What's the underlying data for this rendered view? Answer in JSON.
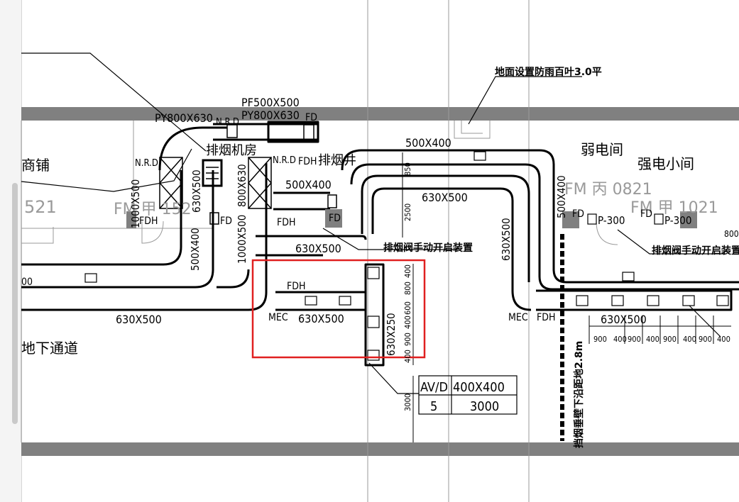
{
  "viewer": {
    "scroll_thumb_color": "#c9c9c9"
  },
  "colors": {
    "line": "#000000",
    "wall": "#808080",
    "highlight": "#e02020",
    "ghost": "#9a9a9a"
  },
  "labels": {
    "ground_louver": "地面设置防雨百叶3.0平",
    "pf500x500": "PF500X500",
    "py800x630_a": "PY800X630",
    "py800x630_b": "PY800X630",
    "nrd_1": "N.R.D",
    "nrd_2": "N.R.D",
    "nrd_3": "N.R.D",
    "fd_1": "FD",
    "fd_2": "FD",
    "fd_3": "FD",
    "fd_4": "FD",
    "fd_5": "FD",
    "fdh_1": "FDH",
    "fdh_2": "FDH",
    "fdh_3": "FDH",
    "fdh_4": "FDH",
    "fdh_5": "FDH",
    "smoke_room": "排烟机房",
    "smoke_shaft": "排烟井",
    "weak_room": "弱电间",
    "strong_room": "强电小间",
    "shop": "商铺",
    "underground": "地下通道",
    "d500x400_a": "500X400",
    "d500x400_b": "500X400",
    "d500x400_c": "500X400",
    "d500x400_d": "500X400",
    "d630x500_a": "630X500",
    "d630x500_b": "630X500",
    "d630x500_c": "630X500",
    "d630x500_d": "630X500",
    "d630x500_e": "630X500",
    "d630x500_f": "630X500",
    "d630x500_g": "630X500",
    "d1000x500_a": "1000X500",
    "d1000x500_b": "1000X500",
    "d800x630": "800X630",
    "d630x250": "630X250",
    "valve_manual_1": "排烟阀手动开启装置",
    "valve_manual_2": "排烟阀手动开启装置",
    "p300_1": "P-300",
    "p300_2": "P-300",
    "mec_1": "MEC",
    "mec_2": "MEC",
    "fm_bing": "FM 丙 0821",
    "fm_jia_1": "FM 甲 1021",
    "fm_jia_2": "FM 甲 152",
    "room_521": "521",
    "dim_850": "850",
    "dim_2500": "2500",
    "dim_800_right": "800",
    "dim_3000_v": "3000",
    "dim_00": "00",
    "smoke_wall_note": "挡烟垂壁下沿距地2.8m"
  },
  "dims_stack": [
    "400",
    "800",
    "600",
    "400",
    "900",
    "400"
  ],
  "dims_row": [
    "900",
    "400",
    "900",
    "400",
    "900",
    "400",
    "900",
    "400"
  ],
  "av_table": {
    "h1": "AV/D",
    "h2": "400X400",
    "v1": "5",
    "v2": "3000"
  }
}
